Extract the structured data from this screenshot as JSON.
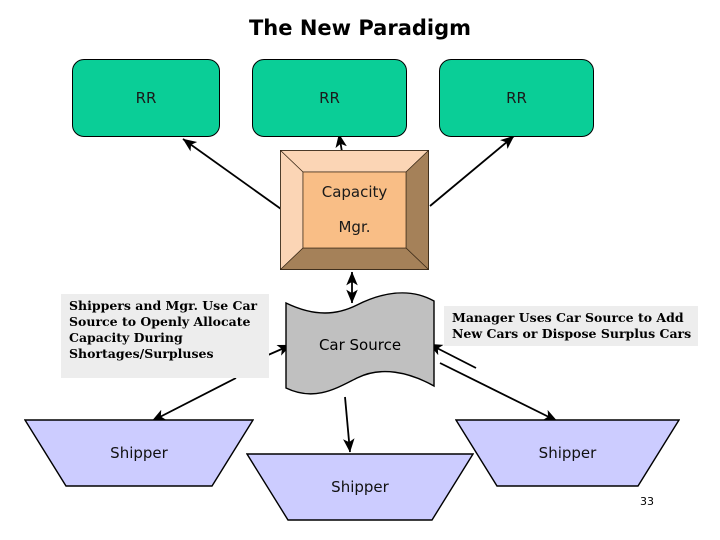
{
  "slide": {
    "title": "The New Paradigm",
    "page_number": "33",
    "background_color": "#FFFFFF"
  },
  "colors": {
    "rr_green": "#0ACE97",
    "capacity_face": "#F9BE86",
    "capacity_bevel_light": "#FBD5B5",
    "capacity_bevel_dark": "#A58159",
    "car_source_gray": "#C0C0C0",
    "shipper_lavender": "#CCCCFF",
    "note_background": "#EDEDED",
    "outline": "#000000"
  },
  "nodes": {
    "rr_boxes": [
      {
        "label": "RR"
      },
      {
        "label": "RR"
      },
      {
        "label": "RR"
      }
    ],
    "capacity_manager": {
      "line1": "Capacity",
      "line2": "Mgr."
    },
    "car_source": {
      "label": "Car Source"
    },
    "shippers": [
      {
        "label": "Shipper"
      },
      {
        "label": "Shipper"
      },
      {
        "label": "Shipper"
      }
    ]
  },
  "notes": {
    "left": "Shippers and Mgr.  Use Car Source to Openly Allocate Capacity During Shortages/Surpluses",
    "right": "Manager Uses Car Source to Add New Cars or Dispose Surplus Cars"
  },
  "connectors": [
    {
      "name": "capacity-mgr-to-rr1",
      "kind": "single-arrow"
    },
    {
      "name": "capacity-mgr-to-rr2",
      "kind": "single-arrow"
    },
    {
      "name": "capacity-mgr-to-rr3",
      "kind": "single-arrow"
    },
    {
      "name": "car-source-to-capacity-mgr",
      "kind": "double-arrow"
    },
    {
      "name": "note-left-to-car-source",
      "kind": "single-arrow"
    },
    {
      "name": "note-right-to-car-source",
      "kind": "single-arrow"
    },
    {
      "name": "car-source-to-shipper-left",
      "kind": "single-arrow"
    },
    {
      "name": "car-source-to-shipper-middle",
      "kind": "single-arrow"
    },
    {
      "name": "car-source-to-shipper-right",
      "kind": "single-arrow"
    }
  ]
}
